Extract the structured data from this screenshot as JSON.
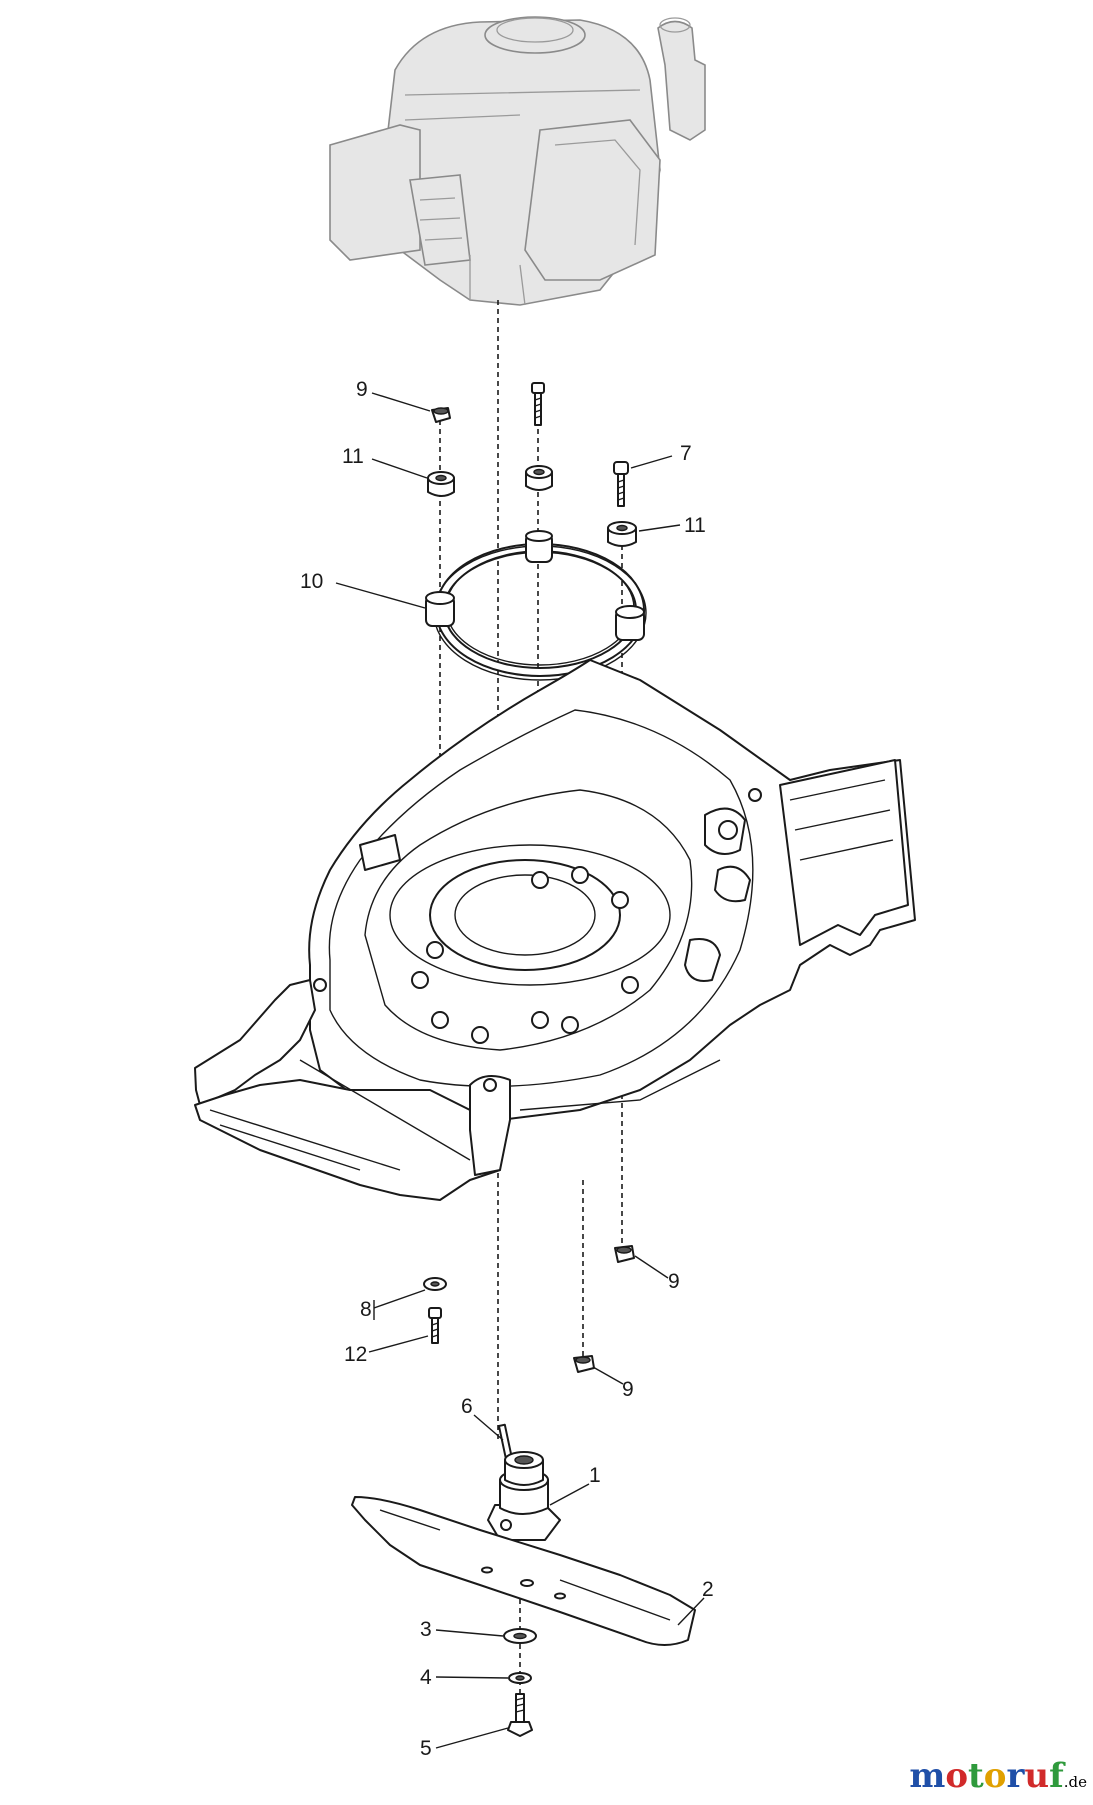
{
  "diagram": {
    "callouts": {
      "c1": "1",
      "c2": "2",
      "c3": "3",
      "c4": "4",
      "c5": "5",
      "c6": "6",
      "c7": "7",
      "c8": "8",
      "c9a": "9",
      "c9b": "9",
      "c9c": "9",
      "c10": "10",
      "c11a": "11",
      "c11b": "11",
      "c12": "12"
    }
  },
  "watermark": {
    "text": "motoruf",
    "suffix": ".de",
    "colors": [
      "#1f4fa8",
      "#d12a2a",
      "#2f9a3c",
      "#e0a000",
      "#1f4fa8",
      "#d12a2a",
      "#2f9a3c"
    ]
  }
}
